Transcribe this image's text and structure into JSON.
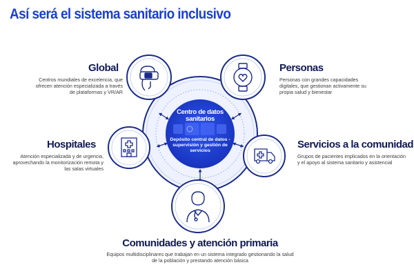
{
  "title": "Así será el sistema sanitario inclusivo",
  "hub": {
    "title": "Centro de datos sanitarios",
    "description": "Depósito central de datos - supervisión y gestión de servicios"
  },
  "nodes": {
    "global": {
      "title": "Global",
      "description": "Centros mundiales de excelencia, que ofrecen atención especializada a través de plataformas y VR/AR",
      "icon": "vr-headset-icon"
    },
    "personas": {
      "title": "Personas",
      "description": "Personas con grandes capacidades digitales, que gestionan activamente su propia salud y bienestar",
      "icon": "smartwatch-heart-icon"
    },
    "hospitales": {
      "title": "Hospitales",
      "description": "Atención especializada y de urgencia, aprovechando la monitorización remota y las salas virtuales",
      "icon": "hospital-building-icon"
    },
    "servicios": {
      "title": "Servicios a la comunidad",
      "description": "Grupos de pacientes implicados en la orientación y el apoyo al sistema sanitario y asistencial",
      "icon": "ambulance-icon"
    },
    "comunidades": {
      "title": "Comunidades y atención primaria",
      "description": "Equipos multidisciplinares que trabajan en un sistema integrado gestionando la salud de la población y prestando atención básica",
      "icon": "doctor-icon"
    }
  },
  "colors": {
    "title": "#1a3fd0",
    "hub": "#1f3fd6",
    "ring": "#1a2b8a",
    "node_text": "#101a55"
  }
}
